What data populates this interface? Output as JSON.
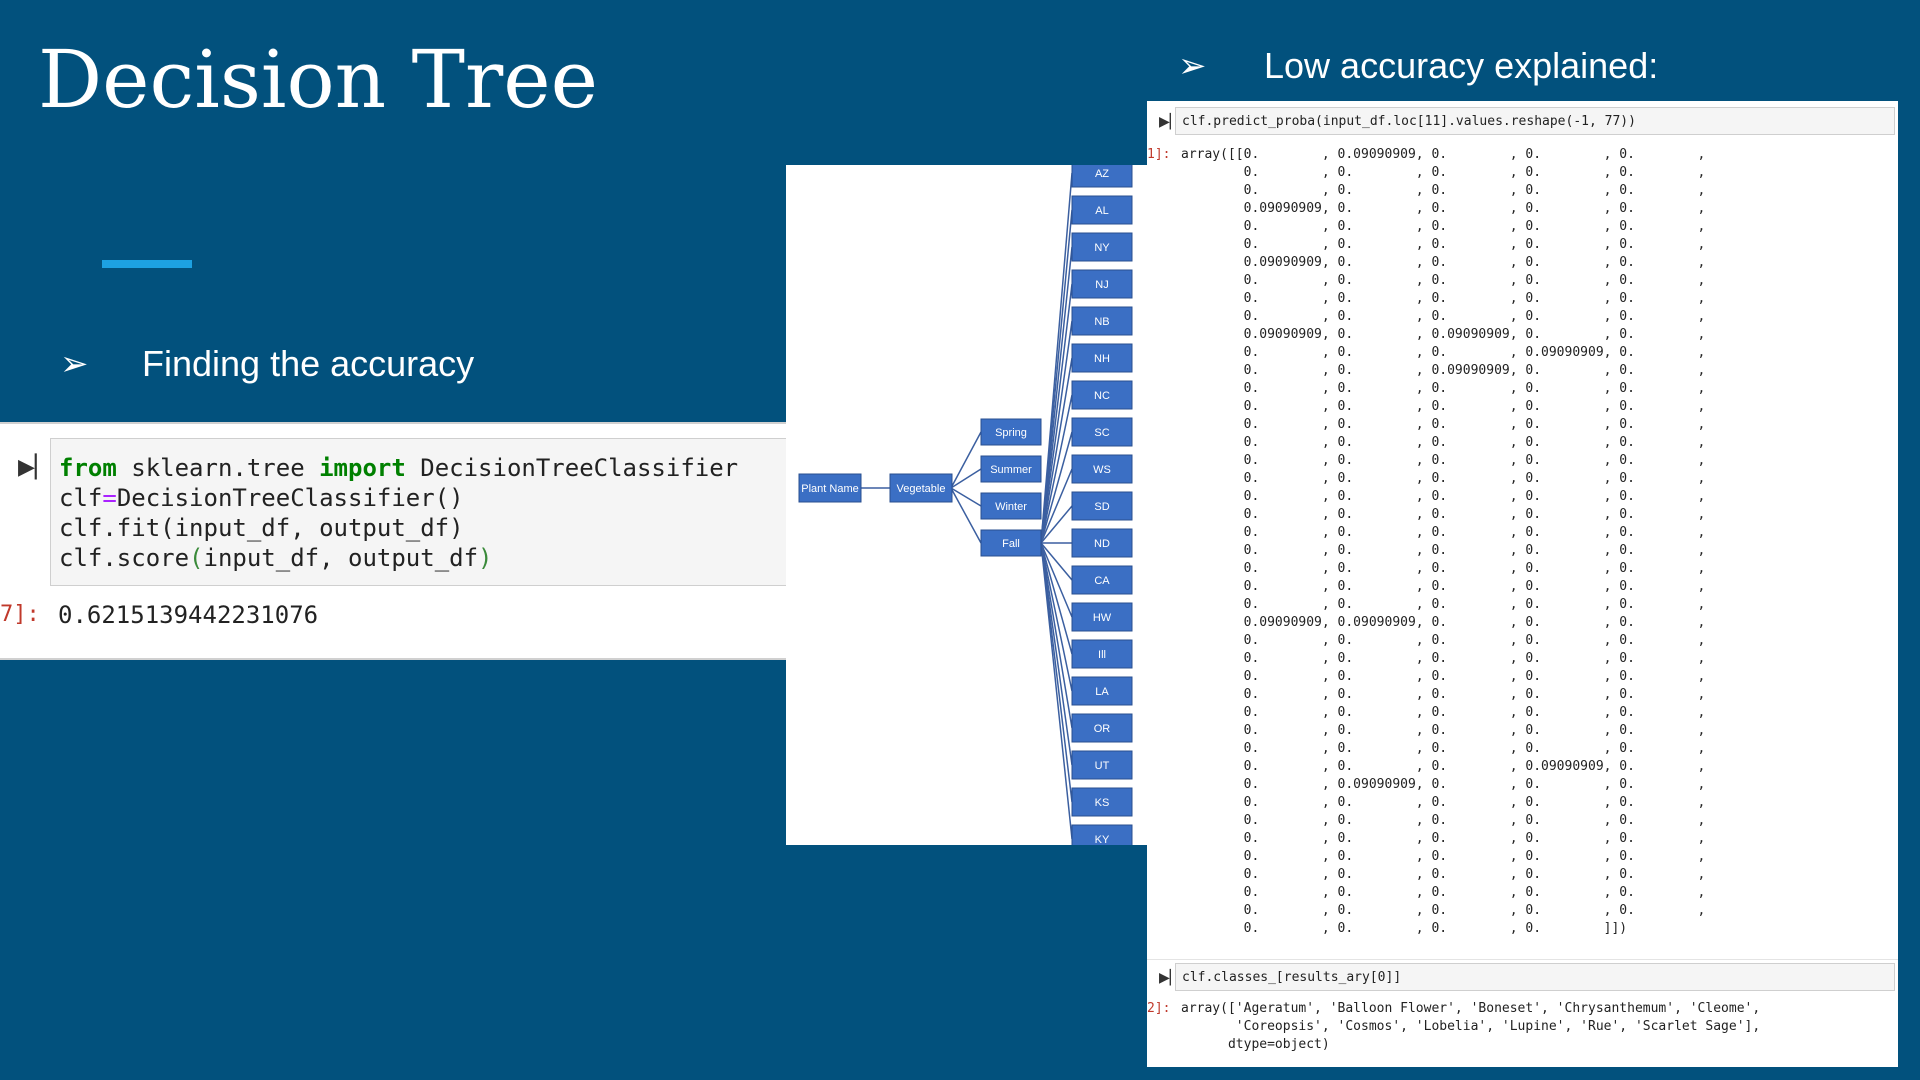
{
  "slide": {
    "title": "Decision Tree",
    "colors": {
      "background": "#02517d",
      "accent": "#1da1e2",
      "node": "#3b6fc4"
    }
  },
  "left_bullet": {
    "icon": "arrow-bullet-icon",
    "arrow": "➢",
    "text": "Finding the accuracy"
  },
  "right_bullet": {
    "icon": "arrow-bullet-icon",
    "arrow": "➢",
    "text": "Low accuracy explained:"
  },
  "left_cell": {
    "run_icon": "run-cell-icon",
    "code": {
      "l1_kw1": "from",
      "l1_mid": " sklearn.tree ",
      "l1_kw2": "import",
      "l1_end": " DecisionTreeClassifier",
      "l2_a": "clf",
      "l2_op": "=",
      "l2_b": "DecisionTreeClassifier()",
      "l3": "clf.fit(input_df, output_df)",
      "l4_a": "clf.score",
      "l4_p1": "(",
      "l4_b": "input_df, output_df",
      "l4_p2": ")"
    },
    "output_prompt": "7]:",
    "output_value": "0.6215139442231076"
  },
  "tree": {
    "root": "Plant Name",
    "level2": "Vegetable",
    "seasons": [
      "Spring",
      "Summer",
      "Winter",
      "Fall"
    ],
    "states": [
      "AZ",
      "AL",
      "NY",
      "NJ",
      "NB",
      "NH",
      "NC",
      "SC",
      "WS",
      "SD",
      "ND",
      "CA",
      "HW",
      "Ill",
      "LA",
      "OR",
      "UT",
      "KS",
      "KY"
    ]
  },
  "right_cell1": {
    "run_icon": "run-cell-icon",
    "code": "clf.predict_proba(input_df.loc[11].values.reshape(-1, 77))",
    "prompt": "1]:",
    "output": "array([[0.        , 0.09090909, 0.        , 0.        , 0.        ,\n        0.        , 0.        , 0.        , 0.        , 0.        ,\n        0.        , 0.        , 0.        , 0.        , 0.        ,\n        0.09090909, 0.        , 0.        , 0.        , 0.        ,\n        0.        , 0.        , 0.        , 0.        , 0.        ,\n        0.        , 0.        , 0.        , 0.        , 0.        ,\n        0.09090909, 0.        , 0.        , 0.        , 0.        ,\n        0.        , 0.        , 0.        , 0.        , 0.        ,\n        0.        , 0.        , 0.        , 0.        , 0.        ,\n        0.        , 0.        , 0.        , 0.        , 0.        ,\n        0.09090909, 0.        , 0.09090909, 0.        , 0.        ,\n        0.        , 0.        , 0.        , 0.09090909, 0.        ,\n        0.        , 0.        , 0.09090909, 0.        , 0.        ,\n        0.        , 0.        , 0.        , 0.        , 0.        ,\n        0.        , 0.        , 0.        , 0.        , 0.        ,\n        0.        , 0.        , 0.        , 0.        , 0.        ,\n        0.        , 0.        , 0.        , 0.        , 0.        ,\n        0.        , 0.        , 0.        , 0.        , 0.        ,\n        0.        , 0.        , 0.        , 0.        , 0.        ,\n        0.        , 0.        , 0.        , 0.        , 0.        ,\n        0.        , 0.        , 0.        , 0.        , 0.        ,\n        0.        , 0.        , 0.        , 0.        , 0.        ,\n        0.        , 0.        , 0.        , 0.        , 0.        ,\n        0.        , 0.        , 0.        , 0.        , 0.        ,\n        0.        , 0.        , 0.        , 0.        , 0.        ,\n        0.        , 0.        , 0.        , 0.        , 0.        ,\n        0.09090909, 0.09090909, 0.        , 0.        , 0.        ,\n        0.        , 0.        , 0.        , 0.        , 0.        ,\n        0.        , 0.        , 0.        , 0.        , 0.        ,\n        0.        , 0.        , 0.        , 0.        , 0.        ,\n        0.        , 0.        , 0.        , 0.        , 0.        ,\n        0.        , 0.        , 0.        , 0.        , 0.        ,\n        0.        , 0.        , 0.        , 0.        , 0.        ,\n        0.        , 0.        , 0.        , 0.        , 0.        ,\n        0.        , 0.        , 0.        , 0.09090909, 0.        ,\n        0.        , 0.09090909, 0.        , 0.        , 0.        ,\n        0.        , 0.        , 0.        , 0.        , 0.        ,\n        0.        , 0.        , 0.        , 0.        , 0.        ,\n        0.        , 0.        , 0.        , 0.        , 0.        ,\n        0.        , 0.        , 0.        , 0.        , 0.        ,\n        0.        , 0.        , 0.        , 0.        , 0.        ,\n        0.        , 0.        , 0.        , 0.        , 0.        ,\n        0.        , 0.        , 0.        , 0.        , 0.        ,\n        0.        , 0.        , 0.        , 0.        ]])"
  },
  "right_cell2": {
    "run_icon": "run-cell-icon",
    "code": "clf.classes_[results_ary[0]]",
    "prompt": "2]:",
    "output": "array(['Ageratum', 'Balloon Flower', 'Boneset', 'Chrysanthemum', 'Cleome',\n       'Coreopsis', 'Cosmos', 'Lobelia', 'Lupine', 'Rue', 'Scarlet Sage'],\n      dtype=object)"
  }
}
